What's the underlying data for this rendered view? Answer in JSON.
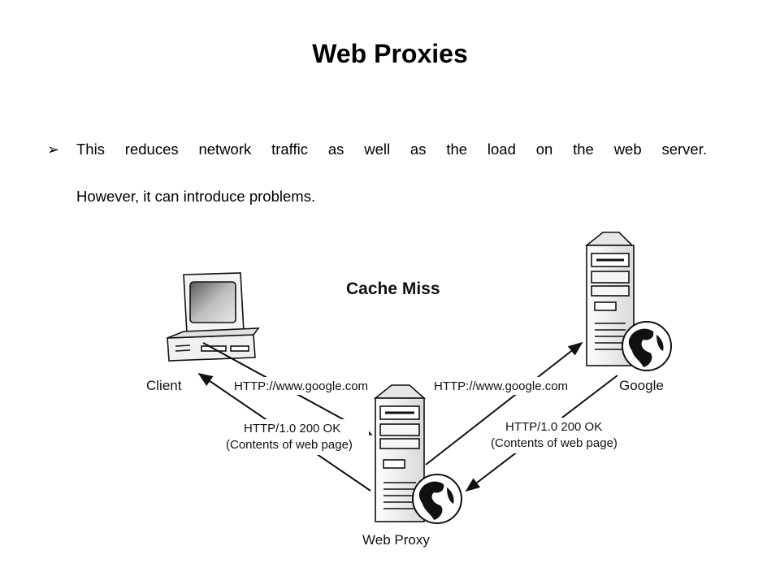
{
  "slide": {
    "title": "Web Proxies",
    "bullet_marker": "➢",
    "bullet_line1": "This  reduces  network  traffic  as  well  as  the  load  on  the  web  server.",
    "bullet_line2": "However, it can introduce problems."
  },
  "diagram": {
    "heading": "Cache Miss",
    "nodes": {
      "client": "Client",
      "google": "Google",
      "proxy": "Web Proxy"
    },
    "edges": {
      "client_request": "HTTP://www.google.com",
      "proxy_request": "HTTP://www.google.com",
      "client_response_status": "HTTP/1.0 200 OK",
      "client_response_body": "(Contents of web page)",
      "proxy_response_status": "HTTP/1.0 200 OK",
      "proxy_response_body": "(Contents of web page)"
    },
    "colors": {
      "line": "#111111",
      "server_fill": "#f2f2f2",
      "screen": "#7a7a7a"
    }
  }
}
